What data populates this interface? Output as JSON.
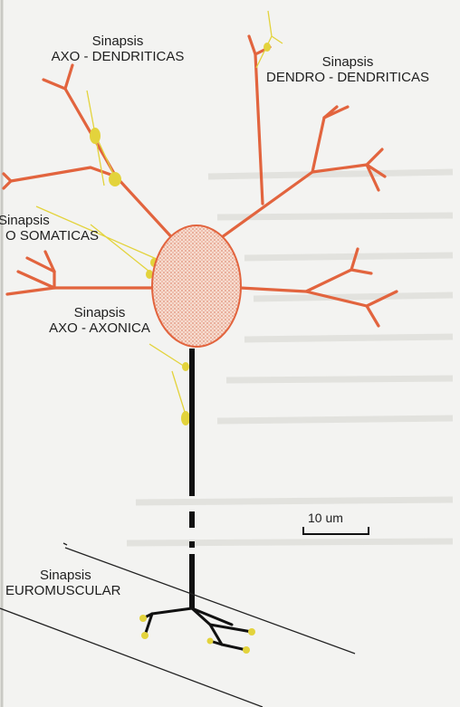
{
  "labels": {
    "axo_dendriticas": {
      "l1": "Sinapsis",
      "l2": "AXO - DENDRITICAS"
    },
    "dendro_dendriticas": {
      "l1": "Sinapsis",
      "l2": "DENDRO - DENDRITICAS"
    },
    "axo_somaticas": {
      "l1": "Sinapsis",
      "l2": "O SOMATICAS"
    },
    "axo_axonica": {
      "l1": "Sinapsis",
      "l2": "AXO - AXONICA"
    },
    "neuromuscular": {
      "l1": "Sinapsis",
      "l2": "EUROMUSCULAR"
    }
  },
  "scale_bar": {
    "text": "10 um"
  },
  "colors": {
    "dendrite": "#e2643e",
    "axon": "#111111",
    "synapse": "#e3d33c",
    "soma_fill": "#f1c8b6",
    "soma_stroke": "#e2643e"
  }
}
